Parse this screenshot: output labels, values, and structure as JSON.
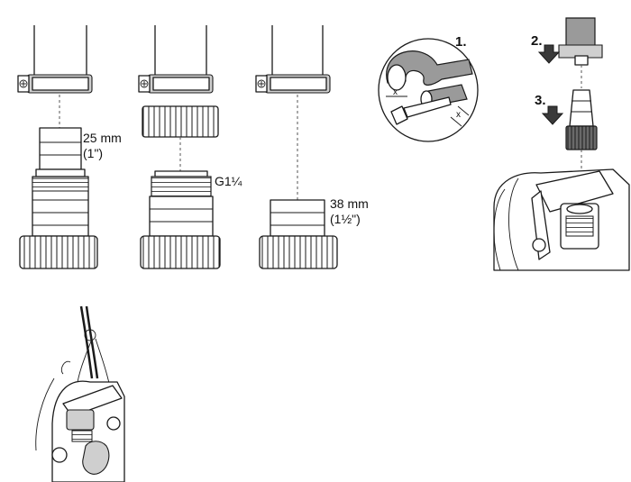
{
  "labels": {
    "hose_25": {
      "line1": "25 mm",
      "line2": "(1\")"
    },
    "thread": "G1¼",
    "hose_38": {
      "line1": "38 mm",
      "line2": "(1½\")"
    }
  },
  "steps": {
    "s1": "1.",
    "s2": "2.",
    "s3": "3."
  },
  "measure_mark": "x"
}
